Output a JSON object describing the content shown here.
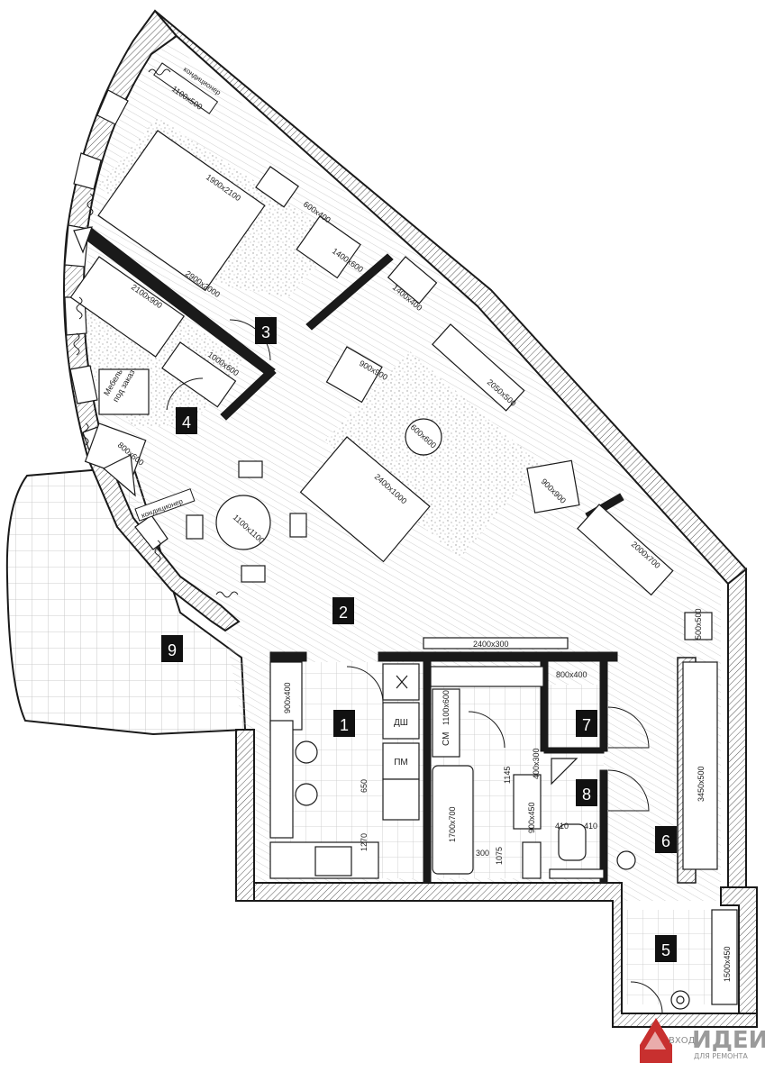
{
  "rooms": [
    {
      "number": "1"
    },
    {
      "number": "2"
    },
    {
      "number": "3"
    },
    {
      "number": "4"
    },
    {
      "number": "5"
    },
    {
      "number": "6"
    },
    {
      "number": "7"
    },
    {
      "number": "8"
    },
    {
      "number": "9"
    }
  ],
  "dimensions": {
    "ac_top": "1100x500",
    "bed": "1900x2100",
    "nightstand": "600x400",
    "wardrobe_1400": "1400x600",
    "rug_bedroom": "2900x2000",
    "bed_small": "2100x900",
    "shelf": "1000x600",
    "console": "1400x400",
    "armchair_top": "900x900",
    "tv_unit": "2050x500",
    "coffee_table": "600x600",
    "sofa": "2400x1000",
    "armchair_right": "900x900",
    "desk": "800x600",
    "dining_table": "1100x1100",
    "wardrobe_2000": "2000x700",
    "cabinet_500": "500x500",
    "wardrobe_2400": "2400x300",
    "fridge_col": "900x400",
    "cabinet_800": "800x400",
    "washer_col": "1100x600",
    "bath": "1700x700",
    "dim_1145": "1145",
    "dim_400x300": "400x300",
    "shower": "900x450",
    "dim_410a": "410",
    "dim_410b": "410",
    "dim_650": "650",
    "dim_1270": "1270",
    "dim_1075": "1075",
    "dim_300": "300",
    "hall_wardrobe": "3450x500",
    "entry_closet": "1500x450"
  },
  "labels": {
    "ac_1": "кондиционер",
    "ac_2": "кондиционер",
    "custom_furniture": "Мебель\nпод заказ",
    "custom_line1": "Мебель",
    "custom_line2": "под заказ",
    "dishwasher": "ДШ",
    "oven": "ПМ",
    "washer": "СМ"
  },
  "watermark": {
    "small": "ВХОД",
    "big": "ИДЕИ",
    "sub": "ДЛЯ РЕМОНТА"
  },
  "colors": {
    "wall": "#1a1a1a",
    "hatch": "#bdbdbd",
    "tile": "#cfcfcf",
    "rug_dots": "#8c8c8c",
    "label_bg": "#111111",
    "watermark_red": "#c8302f"
  }
}
